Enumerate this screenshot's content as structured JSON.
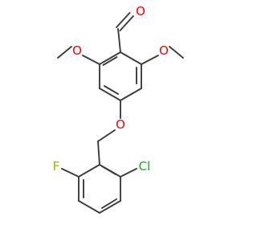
{
  "molecule": {
    "atom_labels": {
      "aldehyde_oxygen": "O",
      "methoxy_left_oxygen": "O",
      "methoxy_right_oxygen": "O",
      "ether_oxygen": "O",
      "fluorine": "F",
      "chlorine": "Cl"
    }
  },
  "colors": {
    "bond": "#3c3c3c",
    "oxygen": "#ff0000",
    "fluorine": "#8fbf00",
    "chlorine": "#20a020"
  }
}
